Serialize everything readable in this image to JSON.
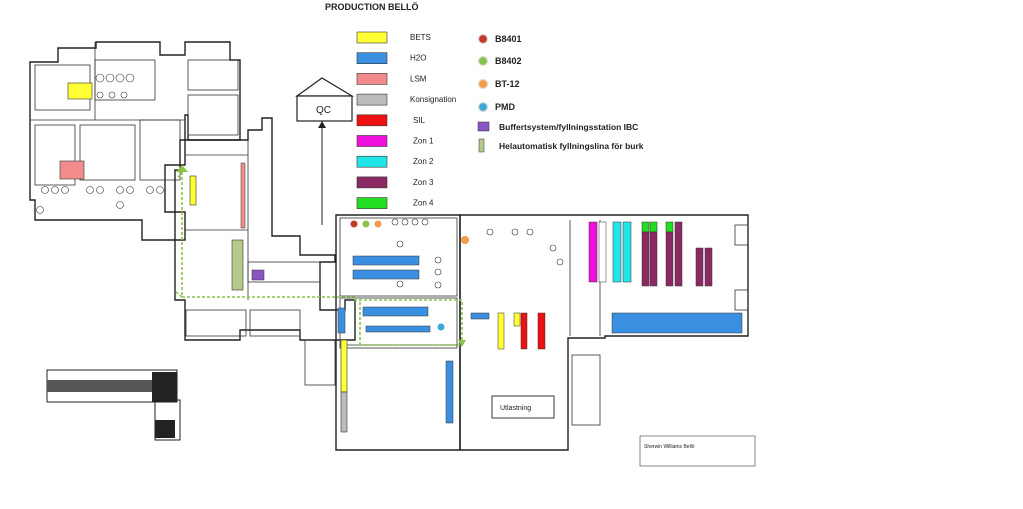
{
  "title": "PRODUCTION BELLÖ",
  "qc_label": "QC",
  "area_legend": [
    {
      "label": "BETS",
      "color": "#ffff33"
    },
    {
      "label": "H2O",
      "color": "#3a8fe0"
    },
    {
      "label": "LSM",
      "color": "#f28c8c"
    },
    {
      "label": "Konsignation",
      "color": "#bbbbbb"
    },
    {
      "label": "SIL",
      "color": "#ee1111"
    },
    {
      "label": "Zon 1",
      "color": "#ee11dd"
    },
    {
      "label": "Zon 2",
      "color": "#22e5e8"
    },
    {
      "label": "Zon 3",
      "color": "#8b2a62"
    },
    {
      "label": "Zon 4",
      "color": "#22dd22"
    }
  ],
  "point_legend": [
    {
      "label": "B8401",
      "color": "#c0392b",
      "shape": "dot"
    },
    {
      "label": "B8402",
      "color": "#8bc34a",
      "shape": "dot"
    },
    {
      "label": "BT-12",
      "color": "#f39c4a",
      "shape": "dot"
    },
    {
      "label": "PMD",
      "color": "#3aa8d8",
      "shape": "dot"
    },
    {
      "label": "Buffertsystem/fyllningsstation IBC",
      "color": "#8a55c2",
      "shape": "square"
    },
    {
      "label": "Helautomatisk fyllningslina för burk",
      "color": "#b5c98a",
      "shape": "bar"
    }
  ],
  "room_label": "Utlastning",
  "signature": "Sherwin Williams Bellö",
  "route_color": "#8bc34a"
}
